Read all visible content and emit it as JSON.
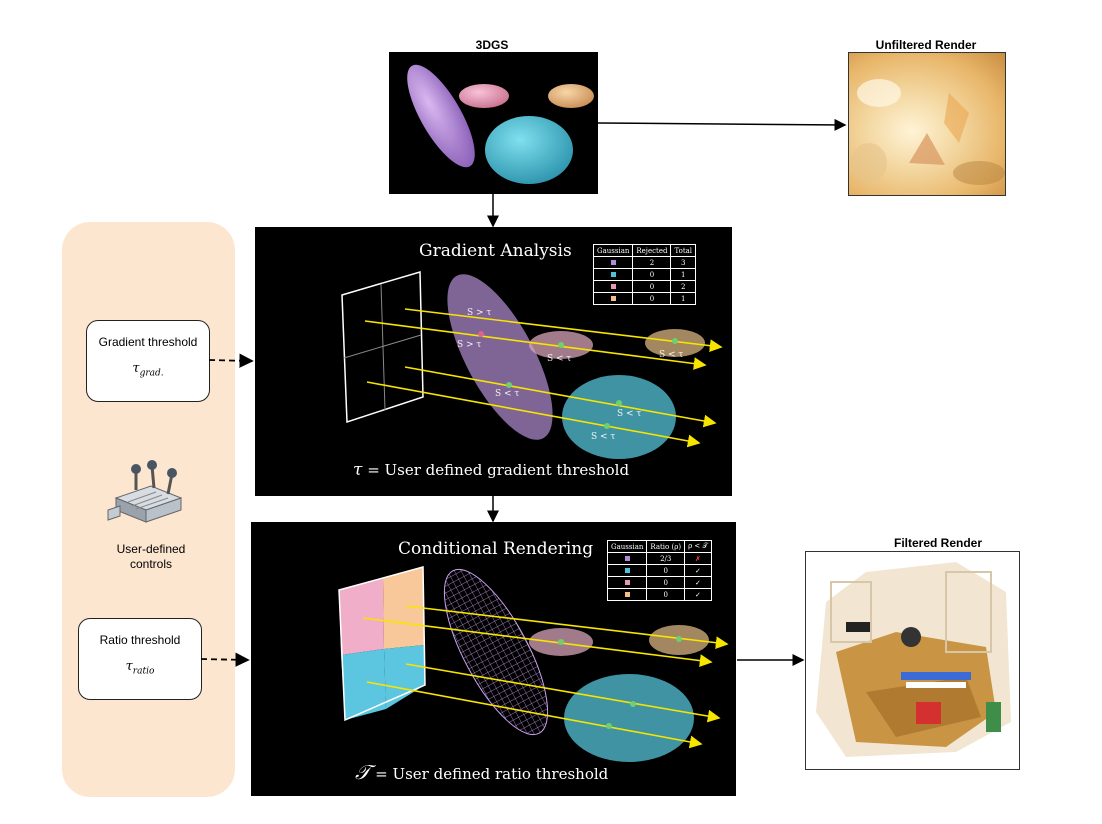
{
  "titles": {
    "top_3dgs": "3DGS",
    "unfiltered": "Unfiltered Render",
    "filtered": "Filtered Render"
  },
  "controls": {
    "gradient_title": "Gradient threshold",
    "gradient_symbol": "τ",
    "gradient_sub": "grad.",
    "ratio_title": "Ratio threshold",
    "ratio_symbol": "τ",
    "ratio_sub": "ratio",
    "user_defined_label": "User-defined controls"
  },
  "gradient_panel": {
    "heading": "Gradient Analysis",
    "caption_symbol": "τ",
    "caption_text": "= User defined gradient threshold",
    "table_headers": [
      "Gaussian",
      "Rejected",
      "Total"
    ],
    "rows": [
      {
        "color": "#b28ad9",
        "rejected": "2",
        "total": "3"
      },
      {
        "color": "#4fc3dc",
        "rejected": "0",
        "total": "1"
      },
      {
        "color": "#e89ab5",
        "rejected": "0",
        "total": "2"
      },
      {
        "color": "#f2c08a",
        "rejected": "0",
        "total": "1"
      }
    ],
    "labels": {
      "s_gt": "S > τ",
      "s_lt": "S < τ"
    }
  },
  "render_panel": {
    "heading": "Conditional Rendering",
    "caption_symbol": "𝒯",
    "caption_text": "= User defined ratio threshold",
    "table_headers": [
      "Gaussian",
      "Ratio (ρ)",
      "ρ < 𝒯"
    ],
    "rows": [
      {
        "color": "#b28ad9",
        "ratio": "2/3",
        "pass": "✗",
        "pass_color": "#ff4444"
      },
      {
        "color": "#4fc3dc",
        "ratio": "0",
        "pass": "✓",
        "pass_color": "#ffffff"
      },
      {
        "color": "#e89ab5",
        "ratio": "0",
        "pass": "✓",
        "pass_color": "#ffffff"
      },
      {
        "color": "#f2c08a",
        "ratio": "0",
        "pass": "✓",
        "pass_color": "#ffffff"
      }
    ]
  }
}
